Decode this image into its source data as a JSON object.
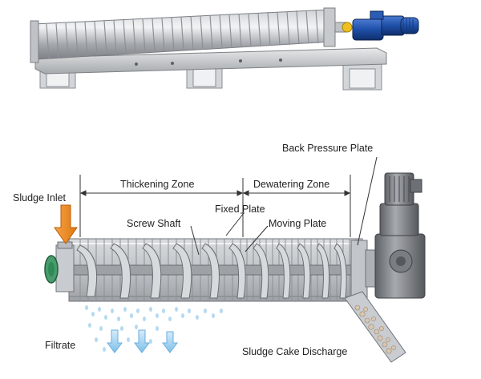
{
  "labels": {
    "back_pressure_plate": "Back Pressure Plate",
    "thickening_zone": "Thickening Zone",
    "dewatering_zone": "Dewatering Zone",
    "sludge_inlet": "Sludge Inlet",
    "fixed_plate": "Fixed Plate",
    "screw_shaft": "Screw Shaft",
    "moving_plate": "Moving Plate",
    "filtrate": "Filtrate",
    "sludge_cake_discharge": "Sludge Cake Discharge"
  },
  "colors": {
    "inlet_arrow": "#f08a1c",
    "filtrate_arrow": "#8cc8ec",
    "motor_blue": "#1e4fa8",
    "coupling_yellow": "#f0c020",
    "inlet_flange_green": "#2e8b57",
    "steel": "#a9adb2",
    "steel_dark": "#6f7378"
  },
  "icons": {
    "sludge_inlet": "down-arrow-icon",
    "filtrate": "down-arrow-icon"
  }
}
